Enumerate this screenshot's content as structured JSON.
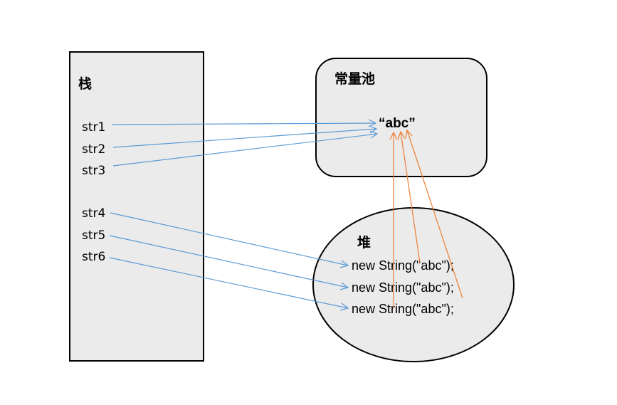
{
  "colors": {
    "background": "#ffffff",
    "box_fill": "#ebebeb",
    "box_stroke": "#000000",
    "stack_ref_arrow": "#5b9bd5",
    "heap_ref_arrow": "#ed7d31"
  },
  "stack": {
    "title": "栈",
    "variables": [
      "str1",
      "str2",
      "str3",
      "str4",
      "str5",
      "str6"
    ]
  },
  "constant_pool": {
    "title": "常量池",
    "literal": "“abc”"
  },
  "heap": {
    "title": "堆",
    "objects": [
      "new String(\"abc\");",
      "new String(\"abc\");",
      "new String(\"abc\");"
    ]
  },
  "references": [
    {
      "from": "str1",
      "to": "constant_pool.literal",
      "color": "#5b9bd5"
    },
    {
      "from": "str2",
      "to": "constant_pool.literal",
      "color": "#5b9bd5"
    },
    {
      "from": "str3",
      "to": "constant_pool.literal",
      "color": "#5b9bd5"
    },
    {
      "from": "str4",
      "to": "heap.objects.0",
      "color": "#5b9bd5"
    },
    {
      "from": "str5",
      "to": "heap.objects.1",
      "color": "#5b9bd5"
    },
    {
      "from": "str6",
      "to": "heap.objects.2",
      "color": "#5b9bd5"
    },
    {
      "from": "heap.objects.0",
      "to": "constant_pool.literal",
      "color": "#ed7d31"
    },
    {
      "from": "heap.objects.1",
      "to": "constant_pool.literal",
      "color": "#ed7d31"
    },
    {
      "from": "heap.objects.2",
      "to": "constant_pool.literal",
      "color": "#ed7d31"
    }
  ]
}
